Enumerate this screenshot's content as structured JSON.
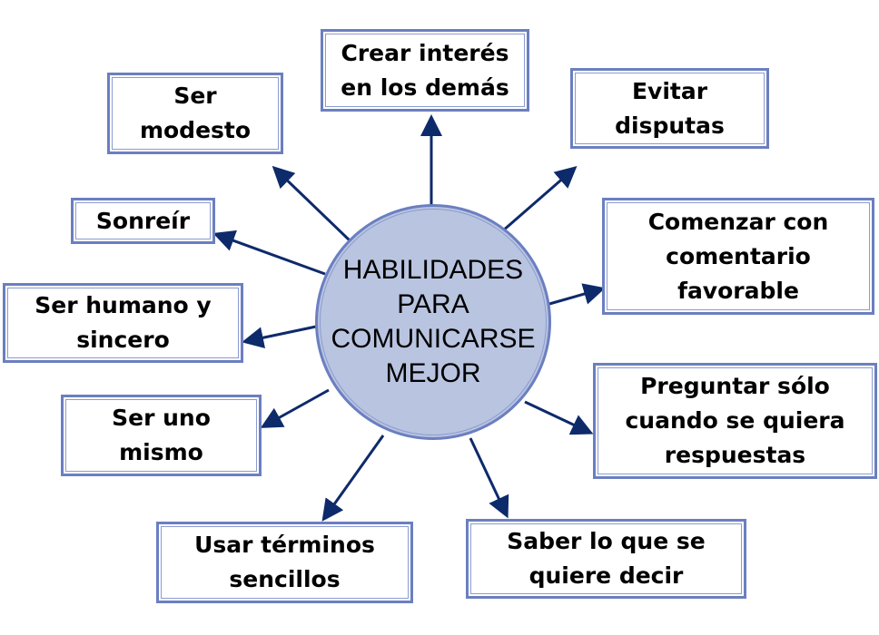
{
  "center": {
    "label": "HABILIDADES\nPARA\nCOMUNICARSE\nMEJOR"
  },
  "nodes": [
    {
      "id": "crear-interes",
      "label": "Crear interés\nen los demás"
    },
    {
      "id": "ser-modesto",
      "label": "Ser\nmodesto"
    },
    {
      "id": "evitar-disputas",
      "label": "Evitar\ndisputas"
    },
    {
      "id": "sonreir",
      "label": "Sonreír"
    },
    {
      "id": "comenzar-comentario",
      "label": "Comenzar con\ncomentario\nfavorable"
    },
    {
      "id": "ser-humano",
      "label": "Ser humano y\nsincero"
    },
    {
      "id": "preguntar",
      "label": "Preguntar sólo\ncuando se quiera\nrespuestas"
    },
    {
      "id": "ser-uno-mismo",
      "label": "Ser uno\nmismo"
    },
    {
      "id": "usar-terminos",
      "label": "Usar términos\nsencillos"
    },
    {
      "id": "saber-decir",
      "label": "Saber lo que se\nquiere decir"
    }
  ],
  "colors": {
    "arrow": "#0d2a6b",
    "border": "#6b7fc0",
    "circle": "#b9c4e0"
  }
}
